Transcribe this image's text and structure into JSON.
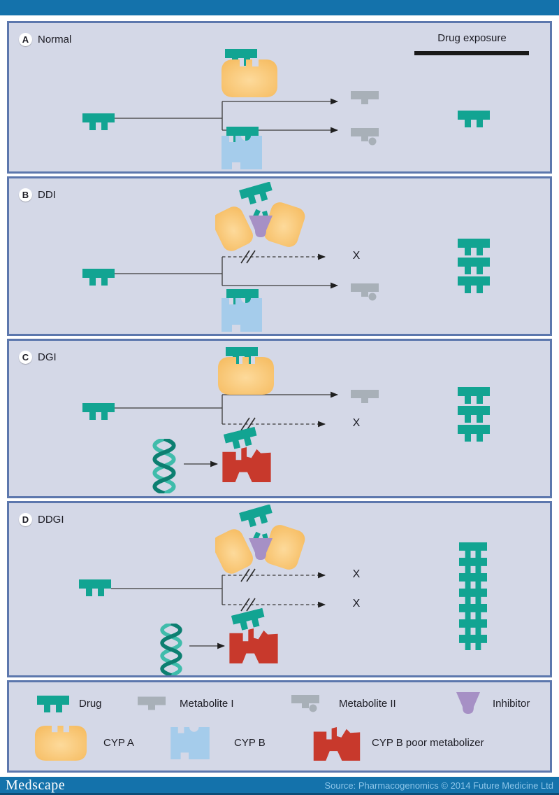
{
  "colors": {
    "drug_teal": "#12a492",
    "cyp_a_orange": "#f6bd63",
    "cyp_b_blue": "#a5cceb",
    "metabolite_gray": "#a8b0b8",
    "inhibitor_purple": "#a690c5",
    "poor_metabolizer_red": "#c8392c",
    "panel_background": "#d4d8e7",
    "panel_border": "#5c77ad",
    "brand_blue": "#1472ab"
  },
  "panels": [
    {
      "letter": "A",
      "title": "Normal",
      "drug_exposure_label": "Drug exposure",
      "exposure_count": 1
    },
    {
      "letter": "B",
      "title": "DDI",
      "exposure_count": 3,
      "x_top": "X"
    },
    {
      "letter": "C",
      "title": "DGI",
      "exposure_count": 3,
      "x_bottom": "X"
    },
    {
      "letter": "D",
      "title": "DDGI",
      "exposure_count": 7,
      "x_top": "X",
      "x_bottom": "X"
    }
  ],
  "legend": {
    "items": [
      {
        "label": "Drug"
      },
      {
        "label": "Metabolite I"
      },
      {
        "label": "Metabolite II"
      },
      {
        "label": "Inhibitor"
      },
      {
        "label": "CYP A"
      },
      {
        "label": "CYP B"
      },
      {
        "label": "CYP B poor metabolizer"
      }
    ]
  },
  "footer": {
    "brand": "Medscape",
    "source": "Source: Pharmacogenomics © 2014 Future Medicine Ltd"
  }
}
